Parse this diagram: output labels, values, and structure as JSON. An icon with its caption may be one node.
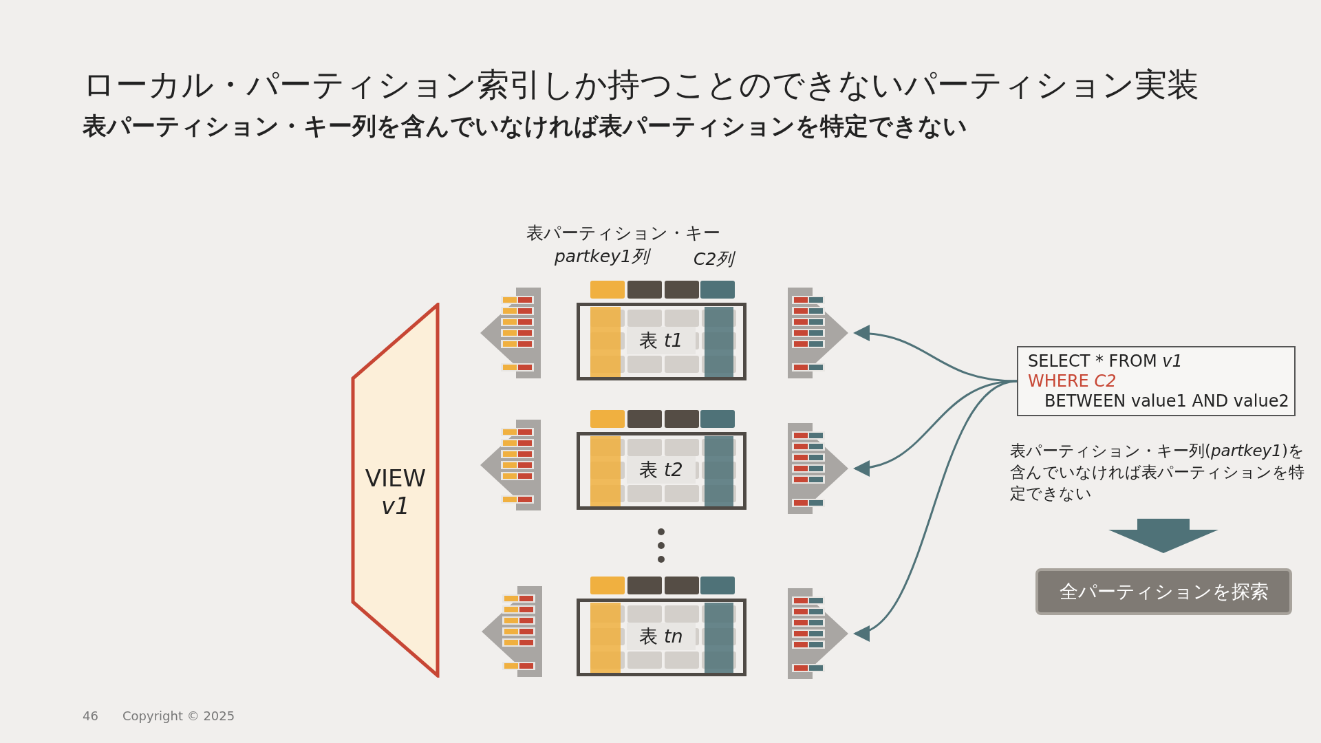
{
  "diagram": {
    "title": "ローカル・パーティション索引しか持つことのできないパーティション実装",
    "nodes": [
      {
        "text": [
          "VIEW *v1*"
        ]
      },
      {
        "text": [],
        "shape": "arrow"
      },
      {
        "text": [
          "表 *t1*"
        ]
      },
      {
        "text": [],
        "shape": "arrow"
      },
      {
        "text": [],
        "shape": "arrow"
      },
      {
        "text": [
          "表 *t2*"
        ]
      },
      {
        "text": [],
        "shape": "arrow"
      },
      {
        "text": [],
        "shape": "arrow"
      },
      {
        "text": [
          "表 *tn*"
        ]
      },
      {
        "text": [],
        "shape": "arrow"
      },
      {
        "text": [
          "SELECT * FROM *v1*",
          "WHERE *C2*",
          "BETWEEN value1 AND value2"
        ]
      },
      {
        "text": [
          "表パーティション・キー列(*partkey1*)を含んでいなければ表パーティションを特定できない"
        ]
      },
      {
        "text": [
          "全パーティションを探索"
        ]
      }
    ],
    "edges": [
      {
        "from": 10,
        "to": 3,
        "arrow": "to"
      },
      {
        "from": 10,
        "to": 6,
        "arrow": "to"
      },
      {
        "from": 10,
        "to": 9,
        "arrow": "to"
      },
      {
        "from": 11,
        "to": 12,
        "arrow": "to",
        "style": "thick"
      }
    ],
    "labels": [
      "表パーティション・キー列を含んでいなければ表パーティションを特定できない",
      "表パーティション・キー",
      "partkey1列",
      "C2列",
      "46",
      "Copyright © 2025"
    ]
  }
}
